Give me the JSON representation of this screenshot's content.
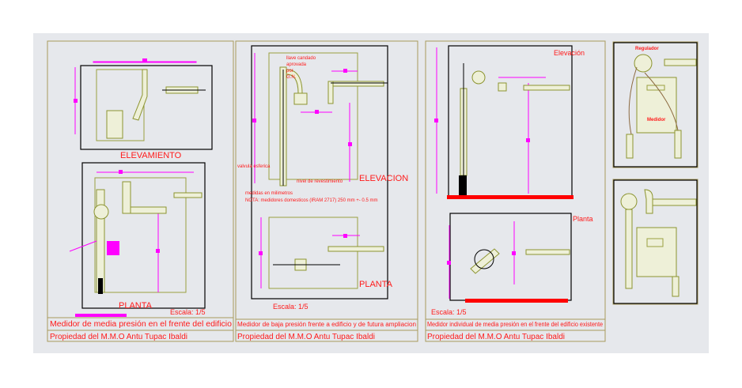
{
  "colors": {
    "background": "#e6e8ec",
    "frame": "#a89a5c",
    "text": "#ff1a1a",
    "dimension": "#ff00ff",
    "pipe": "#9aa040"
  },
  "panel1": {
    "elevation_label": "ELEVAMIENTO",
    "plan_label": "PLANTA",
    "scale": "Escala: 1/5",
    "title": "Medidor de media presión en el frente del edificio",
    "owner": "Propiedad del M.M.O Antu Tupac Ibaldi"
  },
  "panel2": {
    "elevation_label": "ELEVACION",
    "plan_label": "PLANTA",
    "scale": "Escala: 1/5",
    "lock_note": [
      "llave candado",
      "aprovada",
      "por",
      "G.N."
    ],
    "valve_note": "valvula esferica",
    "level_note": "nivel de revestimiento",
    "units_note": "medidas en milimetros",
    "nota": "NOTA: medidores domesticos (IRAM 2717) 250 mm +- 0.5 mm",
    "title": "Medidor de baja presión frente a edificio  y de futura ampliacion",
    "owner": "Propiedad del M.M.O Antu Tupac Ibaldi"
  },
  "panel3": {
    "elevation_label": "Elevación",
    "plan_label": "Planta",
    "scale": "Escala: 1/5",
    "title": "Medidor individual de media presión en el frente del edificio existente",
    "owner": "Propiedad del M.M.O Antu Tupac Ibaldi"
  },
  "panel4": {
    "regulator_label": "Regulador",
    "meter_label": "Medidor"
  }
}
